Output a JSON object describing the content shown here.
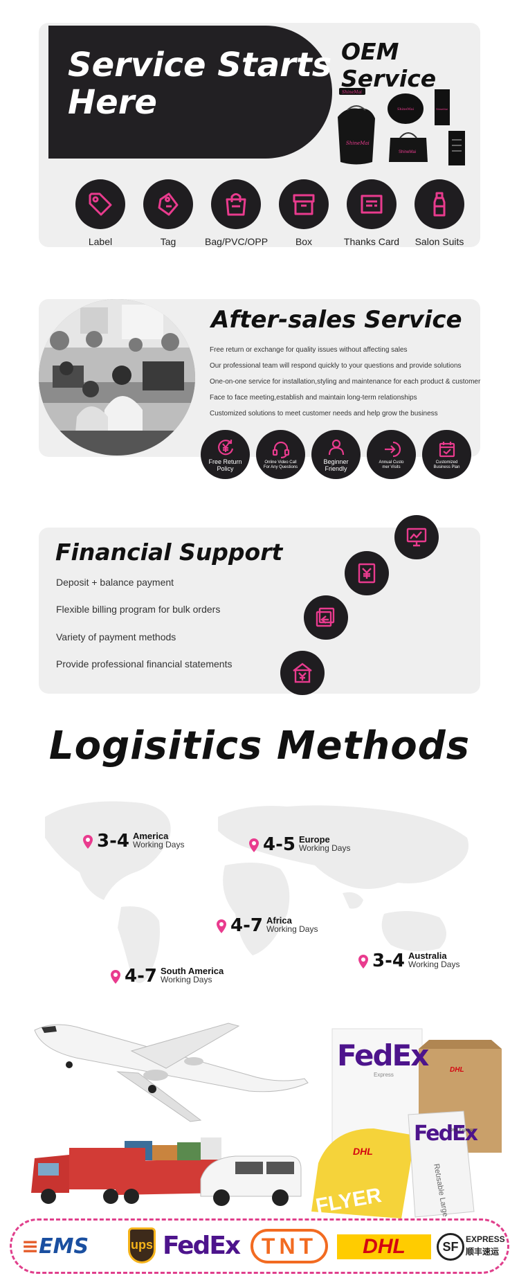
{
  "oem": {
    "hero_line1": "Service Starts",
    "hero_line2": "Here",
    "title": "OEM Service",
    "items": [
      {
        "label": "Label",
        "icon": "tag-icon"
      },
      {
        "label": "Tag",
        "icon": "hang-tag-icon"
      },
      {
        "label": "Bag/PVC/OPP",
        "icon": "shopping-bag-icon"
      },
      {
        "label": "Box",
        "icon": "box-icon"
      },
      {
        "label": "Thanks Card",
        "icon": "card-icon"
      },
      {
        "label": "Salon Suits",
        "icon": "bottle-icon"
      }
    ]
  },
  "after_sales": {
    "title": "After-sales Service",
    "lines": [
      "Free return or exchange for quality issues without affecting sales",
      "Our professional team will respond quickly to your questions and provide solutions",
      "One-on-one service for installation,styling and maintenance for each product & customer",
      "Face to face meeting,establish and maintain long-term relationships",
      "Customized solutions to meet customer needs and help grow the business"
    ],
    "badges": [
      {
        "line1": "Free Return",
        "line2": "Policy",
        "icon": "return-yen-icon"
      },
      {
        "line1": "Online Video Call",
        "line2": "For Any Questions",
        "icon": "headset-icon"
      },
      {
        "line1": "Beginner",
        "line2": "Friendly",
        "icon": "person-icon"
      },
      {
        "line1": "Annual Custo",
        "line2": "mer Visits",
        "icon": "visit-arrow-icon"
      },
      {
        "line1": "Customized",
        "line2": "Business Plan",
        "icon": "calendar-check-icon"
      }
    ]
  },
  "financial": {
    "title": "Financial Support",
    "lines": [
      "Deposit + balance payment",
      "Flexible billing program for bulk orders",
      "Variety of payment methods",
      "Provide professional financial statements"
    ]
  },
  "logistics": {
    "title": "Logisitics  Methods",
    "working_days_label": "Working Days",
    "regions": [
      {
        "days": "3-4",
        "region": "America"
      },
      {
        "days": "4-5",
        "region": "Europe"
      },
      {
        "days": "4-7",
        "region": "Africa"
      },
      {
        "days": "3-4",
        "region": "Australia"
      },
      {
        "days": "4-7",
        "region": "South America"
      }
    ]
  },
  "parcels": {
    "fedex": "FedEx",
    "express": "Express",
    "flyer": "FLYER",
    "dhl": "DHL",
    "reusable": "Reusable Large Pak",
    "dhl_express": "DHL Express"
  },
  "carriers": [
    "EMS",
    "ups",
    "FedEx",
    "TNT",
    "DHL",
    "EXPRESS",
    "顺丰速运",
    "SF"
  ],
  "colors": {
    "accent": "#e93b8e",
    "dark": "#1f1d20",
    "card": "#efefef"
  }
}
